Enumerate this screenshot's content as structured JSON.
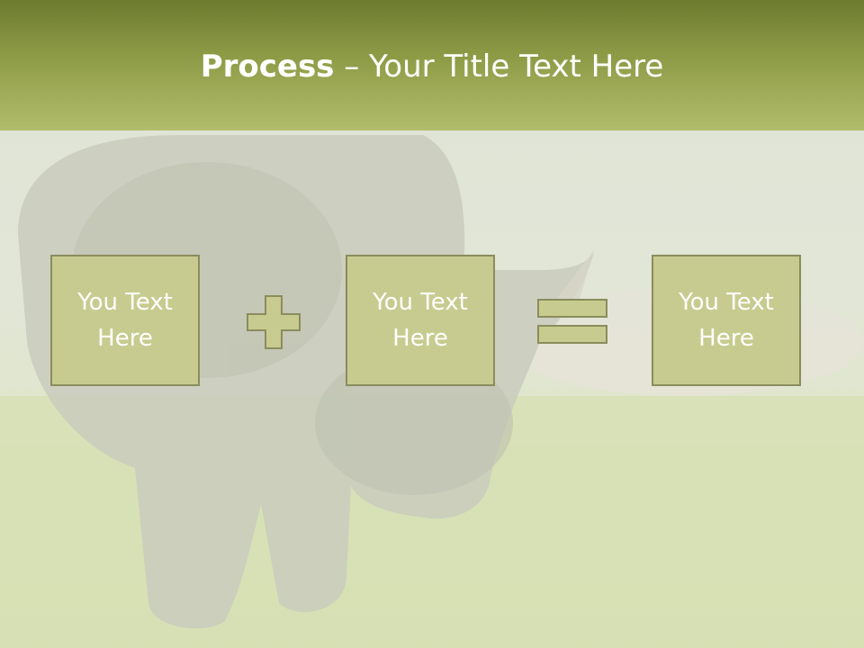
{
  "slide": {
    "title_bold": "Process",
    "title_rest": " – Your Title Text Here",
    "boxes": [
      {
        "text": "You Text\nHere"
      },
      {
        "text": "You Text\nHere"
      },
      {
        "text": "You Text\nHere"
      }
    ],
    "operators": [
      "plus-icon",
      "equals-icon"
    ],
    "background_image": "rhinoceros-on-grass"
  },
  "colors": {
    "title_bar": "#8f9c47",
    "box_fill": "#c7cb8f",
    "box_border": "#8a8d5c",
    "text": "#ffffff"
  }
}
